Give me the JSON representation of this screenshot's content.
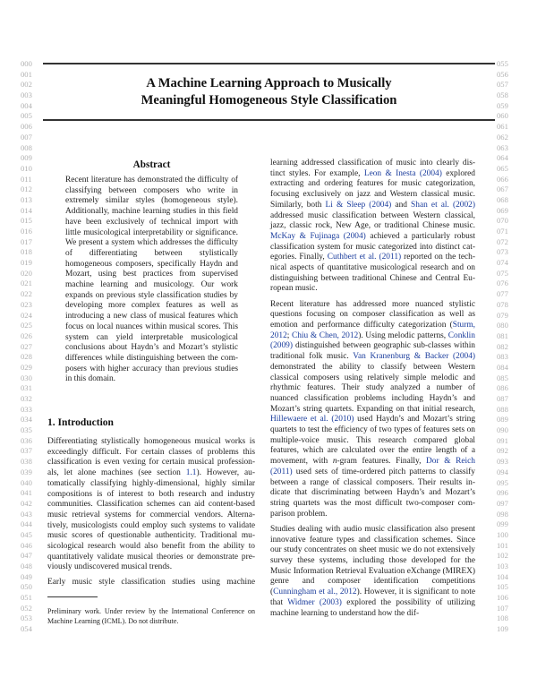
{
  "line_numbers": {
    "left": [
      "000",
      "001",
      "002",
      "003",
      "004",
      "005",
      "006",
      "007",
      "008",
      "009",
      "010",
      "011",
      "012",
      "013",
      "014",
      "015",
      "016",
      "017",
      "018",
      "019",
      "020",
      "021",
      "022",
      "023",
      "024",
      "025",
      "026",
      "027",
      "028",
      "029",
      "030",
      "031",
      "032",
      "033",
      "034",
      "035",
      "036",
      "037",
      "038",
      "039",
      "040",
      "041",
      "042",
      "043",
      "044",
      "045",
      "046",
      "047",
      "048",
      "049",
      "050",
      "051",
      "052",
      "053",
      "054"
    ],
    "right": [
      "055",
      "056",
      "057",
      "058",
      "059",
      "060",
      "061",
      "062",
      "063",
      "064",
      "065",
      "066",
      "067",
      "068",
      "069",
      "070",
      "071",
      "072",
      "073",
      "074",
      "075",
      "076",
      "077",
      "078",
      "079",
      "080",
      "081",
      "082",
      "083",
      "084",
      "085",
      "086",
      "087",
      "088",
      "089",
      "090",
      "091",
      "092",
      "093",
      "094",
      "095",
      "096",
      "097",
      "098",
      "099",
      "100",
      "101",
      "102",
      "103",
      "104",
      "105",
      "106",
      "107",
      "108",
      "109"
    ]
  },
  "title": {
    "line1": "A Machine Learning Approach to Musically",
    "line2": "Meaningful Homogeneous Style Classification"
  },
  "abstract": {
    "heading": "Abstract",
    "body": "Recent literature has demonstrated the difficulty of classifying between composers who write in extremely similar styles (homogeneous style). Additionally, machine learning studies in this field have been exclusively of technical im­port with little musicological interpretability or significance.  We present a system which ad­dresses the difficulty of differentiating between stylistically homogeneous composers, specifi­cally Haydn and Mozart, using best practices from supervised machine learning and musi­cology.  Our work expands on previous style classification studies by developing more com­plex features as well as introducing a new class of musical features which focus on lo­cal nuances within musical scores. This system can yield interpretable musicological conclu­sions about Haydn’s and Mozart’s stylistic dif­ferences while distinguishing between the com­posers with higher accuracy than previous stud­ies in this domain."
  },
  "introduction": {
    "heading": "1. Introduction",
    "p1": {
      "a": "Differentiating stylistically homogeneous musical works is exceedingly difficult. For certain classes of problems this classification is even vexing for certain musical profession­als, let alone machines (see section ",
      "ref": "1.1",
      "b": ").  However, au­tomatically classifying highly-dimensional, highly similar compositions is of interest to both research and industry communities. Classification schemes can aid content-based music retrieval systems for commercial vendors. Alterna­tively, musicologists could employ such systems to validate music scores of questionable authenticity. Traditional mu­sicological research would also benefit from the ability to quantitatively validate musical theories or demonstrate pre­viously undiscovered musical trends."
    },
    "p2": "Early music style classification studies using machine"
  },
  "footnote": "Preliminary work. Under review by the International Conference on Machine Learning (ICML). Do not distribute.",
  "right_column": {
    "p1": {
      "t1": "learning addressed classification of music into clearly dis­tinct styles.  For example, ",
      "c1": "Leon & Inesta",
      "c1y": "(2004)",
      "t2": " explored extracting and ordering features for music categorization, focusing exclusively on jazz and Western classical music. Similarly, both ",
      "c2": "Li & Sleep",
      "c2y": "(2004)",
      "t3": " and ",
      "c3": "Shan et al.",
      "c3y": "(2002)",
      "t4": " addressed music classification between Western classical, jazz, classic rock, New Age, or traditional Chinese music. ",
      "c4": "McKay & Fujinaga",
      "c4y": "(2004)",
      "t5": " achieved a particularly robust classification system for music categorized into distinct cat­egories. Finally, ",
      "c5": "Cuthbert et al.",
      "c5y": "(2011)",
      "t6": " reported on the tech­nical aspects of quantitative musicological research and on distinguishing between traditional Chinese and Central Eu­ropean music."
    },
    "p2": {
      "t1": "Recent literature has addressed more nuanced stylistic questions focusing on composer classification as well as emotion and performance difficulty categorization (",
      "c1": "Sturm, 2012",
      "t2": "; ",
      "c2": "Chiu & Chen, 2012",
      "t3": "). Using melodic patterns, ",
      "c3": "Con­klin",
      "c3y": "(2009)",
      "t4": " distinguished between geographic sub-classes within traditional folk music.  ",
      "c4": "Van Kranenburg & Backer",
      "c4y": "(2004)",
      "t5": " demonstrated the ability to classify between West­ern classical composers using relatively simple melodic and rhythmic features.  Their study analyzed a number of nuanced classification problems including Haydn’s and Mozart’s string quartets.  Expanding on that initial re­search, ",
      "c5": "Hillewaere et al.",
      "c5y": "(2010)",
      "t6": " used Haydn’s and Mozart’s string quartets to test the efficiency of two types of fea­tures sets on multiple-voice music. This research compared global features, which are calculated over the entire length of a movement, with ",
      "em": "n",
      "t7": "-gram features. Finally, ",
      "c6": "Dor & Reich",
      "c6y": "(2011)",
      "t8": " used sets of time-ordered pitch patterns to classify between a range of classical composers. Their results in­dicate that discriminating between Haydn’s and Mozart’s string quartets was the most difficult two-composer com­parison problem."
    },
    "p3": {
      "t1": "Studies dealing with audio music classification also present innovative feature types and classification schemes.  Since our study concentrates on sheet music we do not ex­tensively survey these systems, including those devel­oped for the Music Information Retrieval Evaluation eX­change (MIREX) genre and composer identification com­petitions (",
      "c1": "Cunningham et al., 2012",
      "t2": ").  However, it is signif­icant to note that ",
      "c2": "Widmer",
      "c2y": "(2003)",
      "t3": " explored the possibility of utilizing machine learning to understand how the dif-"
    }
  },
  "colors": {
    "text": "#222222",
    "citation": "#1a3c9c",
    "line_number": "#b0b0b0",
    "rule": "#333333"
  }
}
